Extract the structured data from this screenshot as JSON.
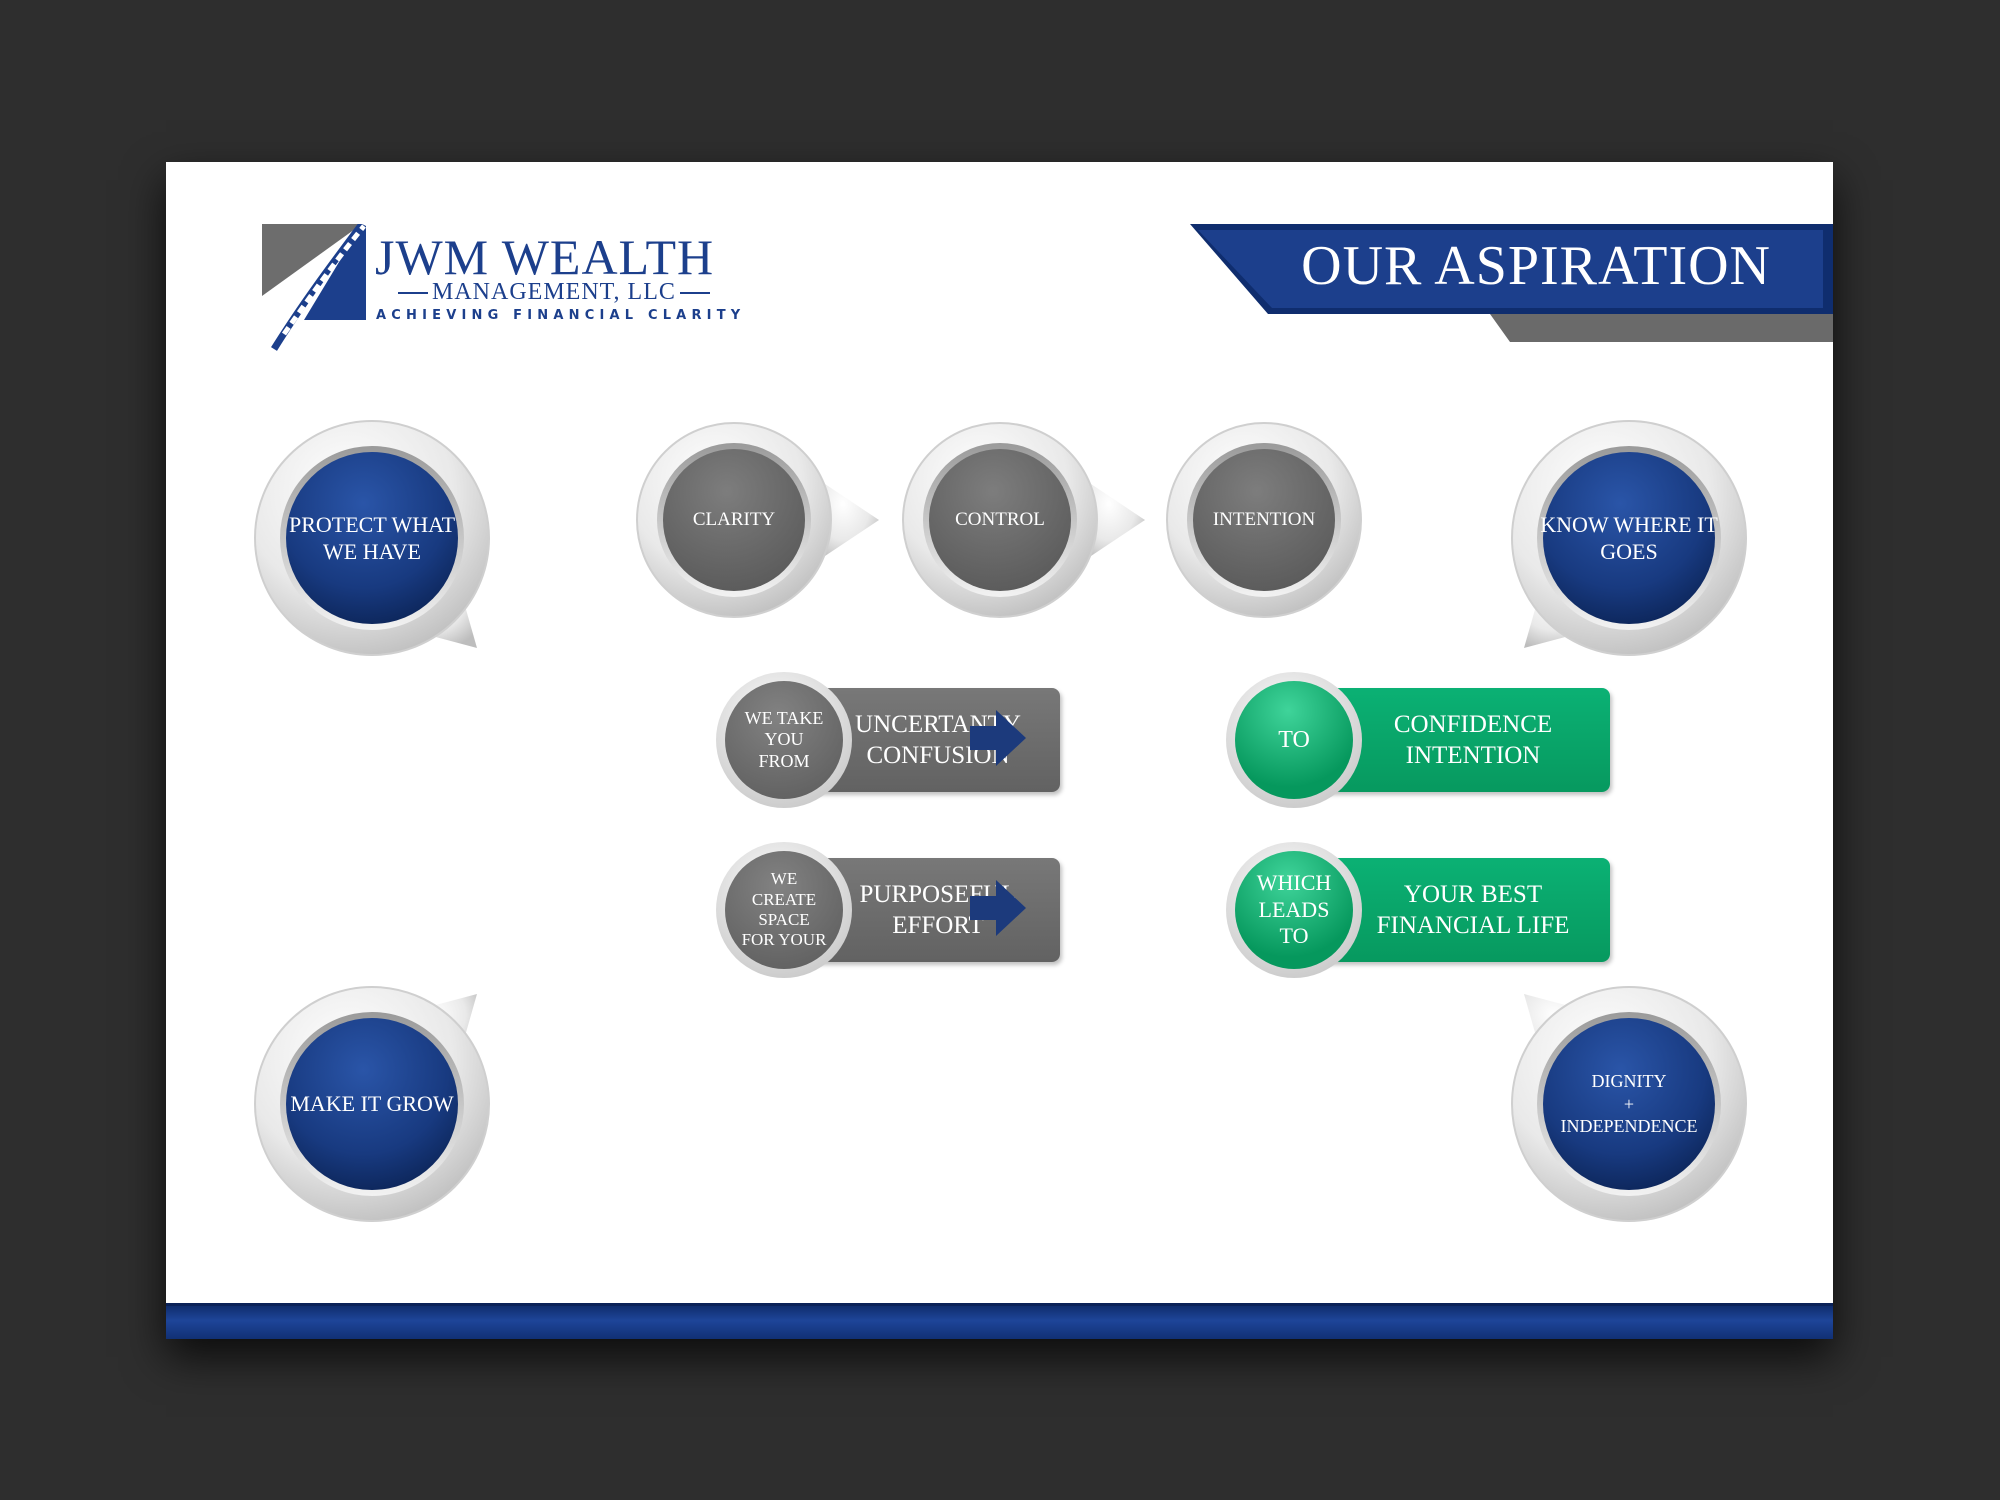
{
  "logo": {
    "name": "JWM WEALTH",
    "subtitle": "MANAGEMENT, LLC",
    "tagline": "ACHIEVING FINANCIAL CLARITY"
  },
  "title": "OUR ASPIRATION",
  "corner_bubbles": {
    "top_left": "PROTECT WHAT WE HAVE",
    "top_right": "KNOW WHERE IT GOES",
    "bottom_left": "MAKE IT GROW",
    "bottom_right_line1": "DIGNITY",
    "bottom_right_line2": "+",
    "bottom_right_line3": "INDEPENDENCE"
  },
  "steps": [
    "CLARITY",
    "CONTROL",
    "INTENTION"
  ],
  "rows": [
    {
      "badge": "WE TAKE YOU FROM",
      "from_line1": "UNCERTANTY",
      "from_line2": "CONFUSION",
      "connector": "TO",
      "to_line1": "CONFIDENCE",
      "to_line2": "INTENTION"
    },
    {
      "badge": "WE CREATE SPACE FOR YOUR",
      "from_line1": "PURPOSEFUL",
      "from_line2": "EFFORT",
      "connector": "WHICH LEADS TO",
      "to_line1": "YOUR BEST",
      "to_line2": "FINANCIAL LIFE"
    }
  ],
  "colors": {
    "navy": "#1c3a7c",
    "gray": "#6c6c6c",
    "green": "#08a56a",
    "background": "#2e2e2e"
  }
}
